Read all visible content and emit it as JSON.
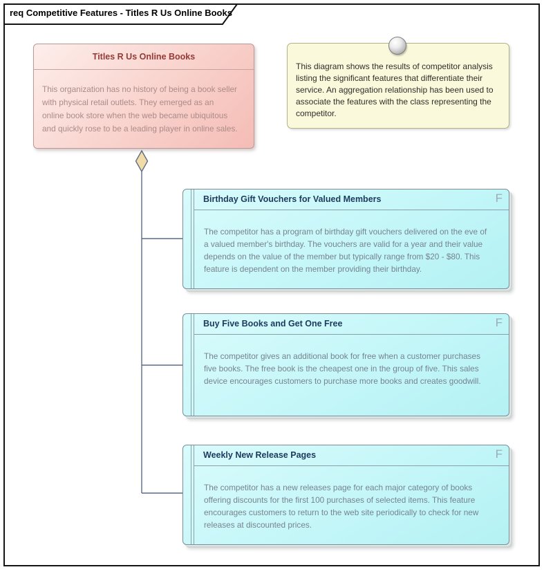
{
  "frame": {
    "title": "req Competitive Features - Titles R Us Online Books"
  },
  "competitor_class": {
    "title": "Titles R Us Online Books",
    "description": "This organization has no history of being a book seller\nwith physical retail outlets. They emerged as an\nonline book store when the web became ubiquitous\nand quickly rose to be a leading player in online sales."
  },
  "note": {
    "text": "This diagram shows the results of competitor analysis\nlisting the significant features that differentiate their\nservice. An aggregation relationship has been used to\nassociate the features with the class representing the\ncompetitor."
  },
  "requirements": [
    {
      "title": "Birthday Gift Vouchers for Valued Members",
      "indicator": "F",
      "description": "The competitor has a program of birthday gift vouchers delivered on the eve of\na valued member's birthday. The vouchers are valid for a year and their value\ndepends on the value of the member but typically range from $20 - $80. This\nfeature is dependent on the member providing their birthday."
    },
    {
      "title": "Buy Five Books and Get One Free",
      "indicator": "F",
      "description": "The competitor gives an additional book for free when a customer purchases\nfive books. The free book is the cheapest one in the group of five. This sales\ndevice encourages customers to purchase more books and creates goodwill."
    },
    {
      "title": "Weekly New Release Pages",
      "indicator": "F",
      "description": "The competitor has a new releases page for each major category of books\noffering discounts for the first 100 purchases of selected items. This feature\nencourages customers to return to the web site periodically to check for new\nreleases at discounted prices."
    }
  ],
  "colors": {
    "class_fill": "#f8d0ca",
    "class_title_text": "#943a37",
    "note_fill": "#fbf9dc",
    "requirement_fill": "#c2f6f8",
    "requirement_title_text": "#1c3a5e",
    "connector": "#5a6b85",
    "aggregation_diamond_fill": "#f1dca9"
  }
}
